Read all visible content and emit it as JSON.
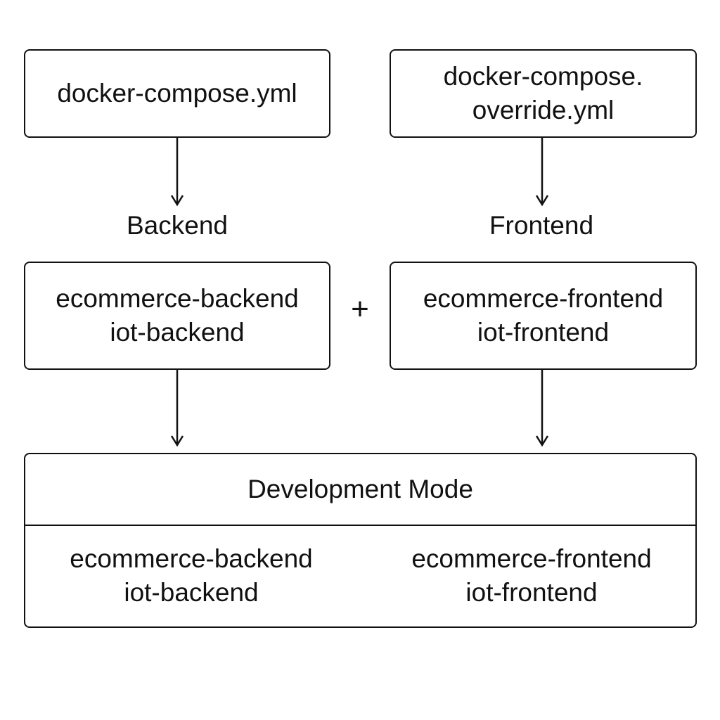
{
  "top_files": {
    "base": [
      "docker-compose.yml"
    ],
    "override": [
      "docker-compose.",
      "override.yml"
    ]
  },
  "labels": {
    "backend": "Backend",
    "frontend": "Frontend",
    "plus": "+"
  },
  "services": {
    "backend": [
      "ecommerce-backend",
      "iot-backend"
    ],
    "frontend": [
      "ecommerce-frontend",
      "iot-frontend"
    ]
  },
  "development": {
    "title": "Development Mode",
    "backend": [
      "ecommerce-backend",
      "iot-backend"
    ],
    "frontend": [
      "ecommerce-frontend",
      "iot-frontend"
    ]
  }
}
